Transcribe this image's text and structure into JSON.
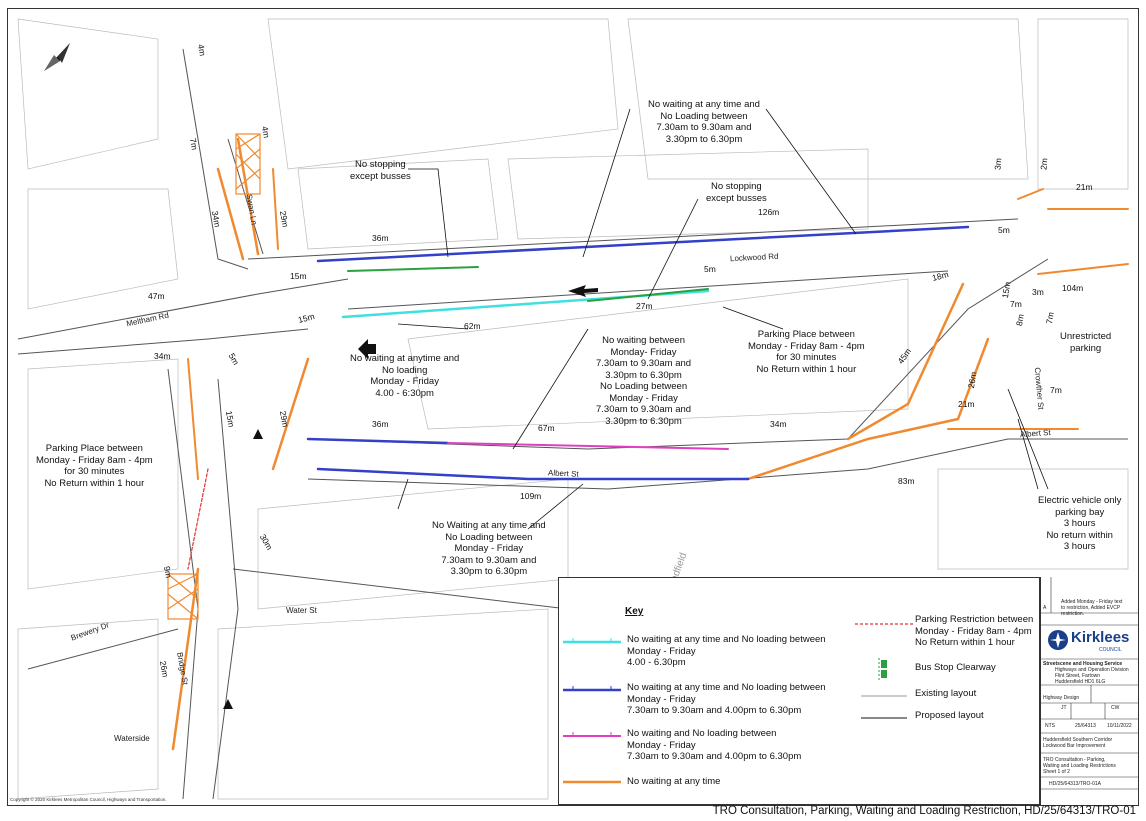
{
  "footer_title": "TRO Consultation, Parking, Waiting and Loading Restriction, HD/25/64313/TRO-01",
  "copyright": "Copyright © 2020 Kirklees Metropolitan Council, Highways and Transportation.",
  "colors": {
    "no_waiting_weekday": "#40e0e0",
    "no_waiting_peak": "#3340c8",
    "no_waiting_loading_peak": "#e040c0",
    "no_waiting_any_time": "#f08a30",
    "parking_restriction": "#e03030",
    "bus_stop": "#2aa040"
  },
  "roads": {
    "lockwood_rd": "Lockwood Rd",
    "albert_st_main": "Albert St",
    "albert_st_east": "Albert St",
    "meltham_rd": "Meltham Rd",
    "swan_ln": "Swan Ln",
    "bridge_st": "Bridge St",
    "water_st": "Water St",
    "brewery_dr": "Brewery Dr",
    "waterside": "Waterside",
    "crowther_st": "Crowther St",
    "broadfield": "Broadfield"
  },
  "annotations": {
    "no_waiting_top": "No waiting at any time and\nNo Loading between\n7.30am to 9.30am and\n3.30pm to 6.30pm",
    "no_stopping_left": "No stopping\nexcept busses",
    "no_stopping_right": "No stopping\nexcept busses",
    "no_waiting_anytime_weekday": "No waiting at anytime and\nNo loading\nMonday - Friday\n4.00 - 6:30pm",
    "no_waiting_between": "No waiting between\nMonday- Friday\n7.30am to 9.30am and\n3.30pm to 6.30pm\nNo Loading between\nMonday - Friday\n7.30am to 9.30am and\n3.30pm to 6.30pm",
    "parking_place_right": "Parking Place between\nMonday - Friday 8am - 4pm\nfor 30 minutes\nNo Return within 1 hour",
    "parking_place_left": "Parking Place between\nMonday - Friday 8am - 4pm\nfor 30 minutes\nNo Return within 1 hour",
    "unrestricted": "Unrestricted\nparking",
    "no_waiting_bottom": "No Waiting at any time and\nNo Loading between\nMonday - Friday\n7.30am to 9.30am and\n3.30pm to 6.30pm",
    "electric_vehicle": "Electric vehicle only\nparking bay\n3 hours\nNo return within\n3 hours"
  },
  "dimensions": {
    "d_4m_top": "4m",
    "d_7m": "7m",
    "d_4m": "4m",
    "d_34m": "34m",
    "d_29m": "29m",
    "d_15m_a": "15m",
    "d_47m": "47m",
    "d_36m_top": "36m",
    "d_126m": "126m",
    "d_5m_top": "5m",
    "d_27m": "27m",
    "d_62m": "62m",
    "d_15m_b": "15m",
    "d_34m_b": "34m",
    "d_5m_b": "5m",
    "d_15m_c": "15m",
    "d_29m_b": "29m",
    "d_36m_b": "36m",
    "d_67m": "67m",
    "d_34m_c": "34m",
    "d_109m": "109m",
    "d_83m": "83m",
    "d_30m": "30m",
    "d_9m": "9m",
    "d_26m": "26m",
    "d_45m": "45m",
    "d_18m": "18m",
    "d_3m": "3m",
    "d_2m": "2m",
    "d_21m_top": "21m",
    "d_5m_c": "5m",
    "d_104m": "104m",
    "d_15m_d": "15m",
    "d_7m_b": "7m",
    "d_3m_b": "3m",
    "d_8m": "8m",
    "d_7m_c": "7m",
    "d_26m_b": "26m",
    "d_21m_b": "21m",
    "d_7m_d": "7m"
  },
  "key": {
    "title": "Key",
    "item1": "No waiting at any time and No loading between\nMonday - Friday\n4.00 - 6.30pm",
    "item2": "No waiting at any time and No loading between\nMonday - Friday\n7.30am to 9.30am and 4.00pm to 6.30pm",
    "item3": "No waiting and No loading between\nMonday - Friday\n7.30am to 9.30am and 4.00pm to 6.30pm",
    "item4": "No waiting at any time",
    "item5": "Parking Restriction between\nMonday - Friday 8am - 4pm\nNo Return within 1 hour",
    "item6": "Bus Stop Clearway",
    "item7": "Existing layout",
    "item8": "Proposed layout"
  },
  "title_block": {
    "revision": "Added Monday - Friday text\nto restriction, Added EVCP\nrestriction.",
    "rev_letter": "A",
    "org_name": "Kirklees",
    "org_sub": "COUNCIL",
    "service": "Streetscene and Housing Service",
    "division": "Highways and Operation Division\nFlint Street, Fartown\nHuddersfield HD1 6LG",
    "dept": "Highway Design",
    "drawn": "JT",
    "checked": "CW",
    "scale": "NTS",
    "project_no": "25/64313",
    "date": "10/11/2022",
    "project": "Huddersfield Southern Corridor\nLockwood Bar Improvement",
    "title": "TRO Consultation - Parking,\nWaiting and Loading Restrictions\nSheet 1 of 2",
    "drawing_no": "HD/25/64313/TRO-01A"
  }
}
